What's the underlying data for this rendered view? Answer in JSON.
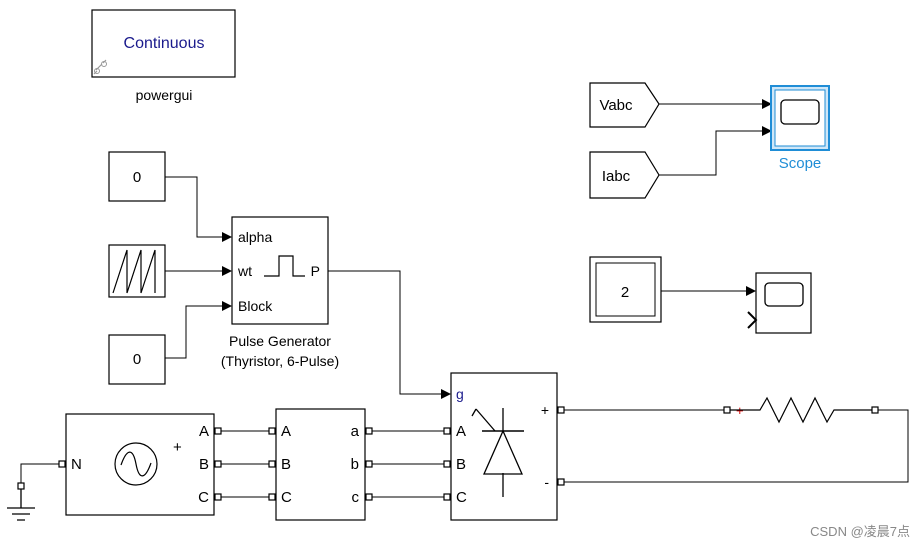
{
  "powergui": {
    "mode": "Continuous",
    "name": "powergui"
  },
  "goto_vabc": "Vabc",
  "goto_iabc": "Iabc",
  "scope": {
    "name": "Scope"
  },
  "const_alpha": "0",
  "const_block": "0",
  "const_display": "2",
  "pulse_generator": {
    "in_alpha": "alpha",
    "in_wt": "wt",
    "in_block": "Block",
    "out_p": "P",
    "name_line1": "Pulse Generator",
    "name_line2": "(Thyristor, 6-Pulse)"
  },
  "source": {
    "n": "N",
    "a": "A",
    "b": "B",
    "c": "C",
    "plus": "+"
  },
  "measurement": {
    "in_a": "A",
    "in_b": "B",
    "in_c": "C",
    "out_a": "a",
    "out_b": "b",
    "out_c": "c"
  },
  "rectifier": {
    "g": "g",
    "a": "A",
    "b": "B",
    "c": "C",
    "plus": "+",
    "minus": "-"
  },
  "load": {
    "plus": "+"
  },
  "watermark": "CSDN @凌晨7点",
  "colors": {
    "scope_selected": "#1f8dd6",
    "powergui_text": "#1a1a8c",
    "load_plus": "#d40000"
  }
}
